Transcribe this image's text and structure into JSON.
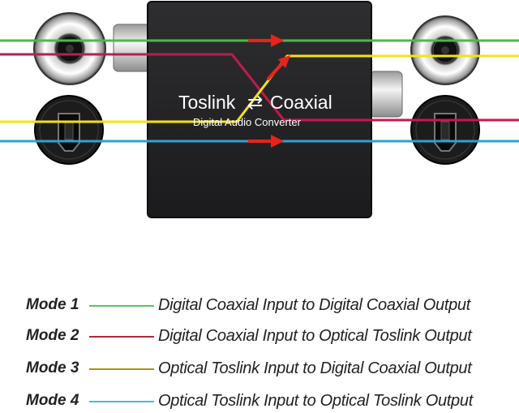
{
  "device": {
    "title_left": "Toslink",
    "title_right": "Coaxial",
    "swap_symbol": "⇄",
    "subtitle": "Digital Audio Converter"
  },
  "colors": {
    "mode1": "#4cb84c",
    "mode2": "#c21a4e",
    "mode3": "#f2e21a",
    "mode4": "#2aa3d8",
    "arrow": "#e8231c",
    "device_body": "#232325"
  },
  "legend": [
    {
      "mode": "Mode 1",
      "text": "Digital Coaxial Input to Digital Coaxial Output",
      "color": "#5cc06a"
    },
    {
      "mode": "Mode 2",
      "text": "Digital Coaxial Input to Optical Toslink Output",
      "color": "#b3263f"
    },
    {
      "mode": "Mode 3",
      "text": "Optical Toslink Input to Digital Coaxial Output",
      "color": "#a39420"
    },
    {
      "mode": "Mode 4",
      "text": "Optical Toslink Input to Optical Toslink Output",
      "color": "#3fc0d0"
    }
  ]
}
